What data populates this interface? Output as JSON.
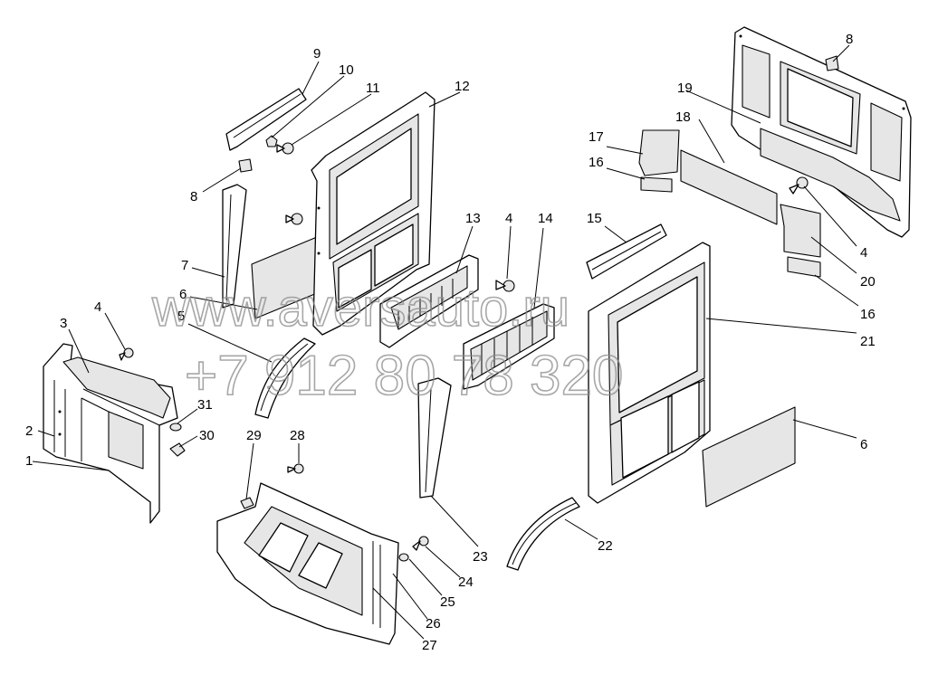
{
  "watermark": {
    "line1": "www.aversauto.ru",
    "line2": "+7 912 80 78 320"
  },
  "callouts": {
    "c1": "1",
    "c2": "2",
    "c3": "3",
    "c4a": "4",
    "c4b": "4",
    "c4c": "4",
    "c5": "5",
    "c6a": "6",
    "c6b": "6",
    "c7": "7",
    "c8a": "8",
    "c8b": "8",
    "c9": "9",
    "c10": "10",
    "c11": "11",
    "c12": "12",
    "c13": "13",
    "c14": "14",
    "c15": "15",
    "c16a": "16",
    "c16b": "16",
    "c17": "17",
    "c18": "18",
    "c19": "19",
    "c20": "20",
    "c21": "21",
    "c22": "22",
    "c23": "23",
    "c24": "24",
    "c25": "25",
    "c26": "26",
    "c27": "27",
    "c28": "28",
    "c29": "29",
    "c30": "30",
    "c31": "31"
  }
}
